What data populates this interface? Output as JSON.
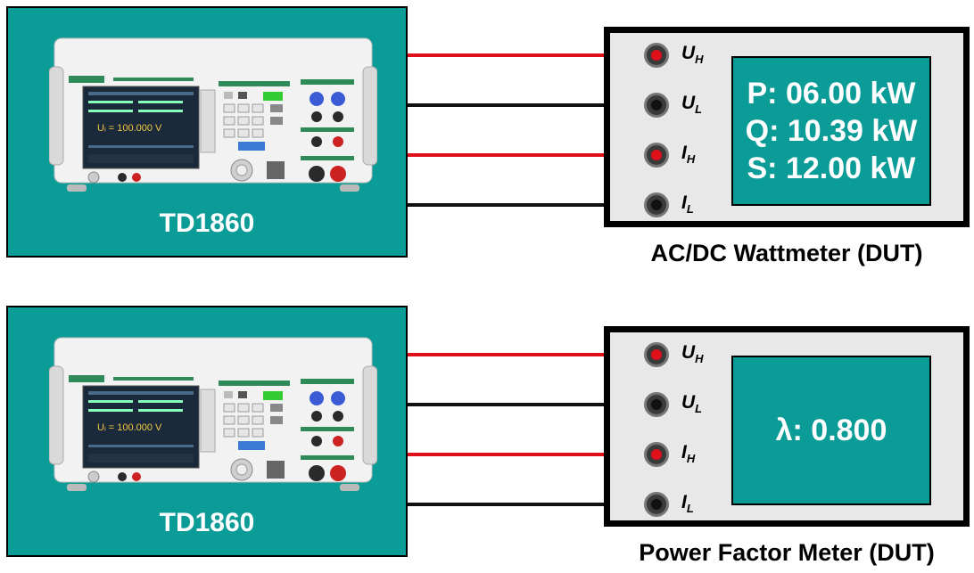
{
  "colors": {
    "panel": "#0b9c97",
    "high_wire": "#e0101a",
    "low_wire": "#111111",
    "screen": "#0b9c97",
    "dut_body": "#e8e8e8"
  },
  "setups": [
    {
      "source_label": "TD1860",
      "dut_title": "AC/DC Wattmeter (DUT)",
      "readings": [
        "P: 06.00 kW",
        "Q: 10.39 kW",
        "S: 12.00 kW"
      ]
    },
    {
      "source_label": "TD1860",
      "dut_title": "Power Factor Meter (DUT)",
      "readings": [
        "λ: 0.800"
      ]
    }
  ],
  "terminals": [
    {
      "letter": "U",
      "sub": "H",
      "wire": "high"
    },
    {
      "letter": "U",
      "sub": "L",
      "wire": "low"
    },
    {
      "letter": "I",
      "sub": "H",
      "wire": "high"
    },
    {
      "letter": "I",
      "sub": "L",
      "wire": "low"
    }
  ],
  "instrument": {
    "display_reading": "Uᵢ = 100.000 V",
    "icon": "td1860-front-panel"
  }
}
